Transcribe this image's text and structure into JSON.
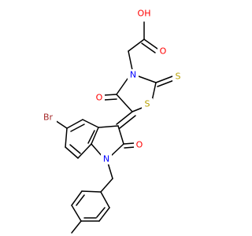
{
  "colors": {
    "bond": "#000000",
    "oxygen": "#ff0000",
    "nitrogen": "#0000ff",
    "sulfur": "#b8a000",
    "bromine": "#a52a2a",
    "carbon": "#000000"
  },
  "atom_labels": {
    "hydroxyl": "OH",
    "acid_carbonyl_o": "O",
    "ring_carbonyl_o": "O",
    "thiazolidine_n": "N",
    "thione_s": "S",
    "ring_s": "S",
    "bromine": "Br",
    "lactam_o": "O",
    "indoline_n": "N"
  }
}
